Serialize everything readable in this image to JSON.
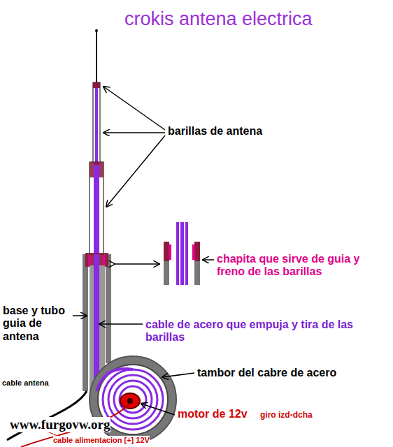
{
  "diagram": {
    "title": "crokis antena electrica",
    "labels": [
      "barillas de antena",
      "chapita que sirve de guia y freno de las barillas",
      "base y tubo guia de antena",
      "cable de acero que empuja y tira de las barillas",
      "tambor del cabre de acero",
      "motor de 12v",
      "giro izd-dcha",
      "cable antena",
      "www.furgovw.org",
      "cable alimentacion [+] 12V"
    ]
  }
}
